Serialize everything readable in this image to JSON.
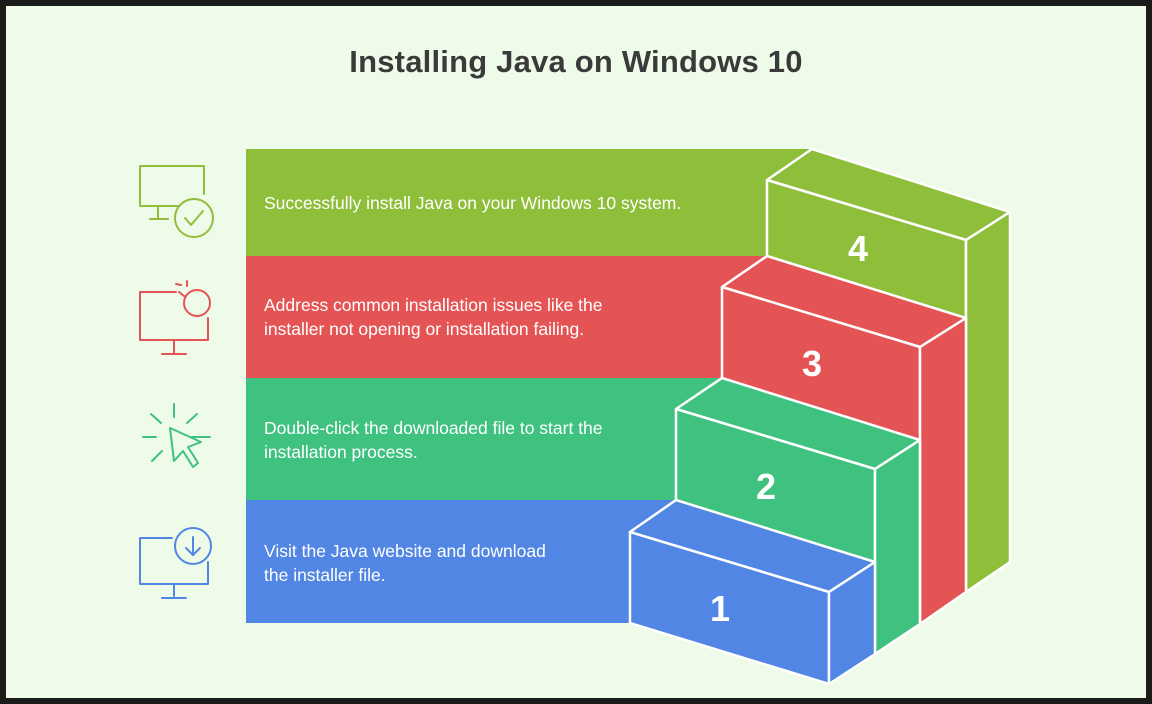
{
  "title": "Installing Java on Windows 10",
  "colors": {
    "step1": "#5186e4",
    "step2": "#3fc27f",
    "step3": "#e55454",
    "step4": "#8fbe3a",
    "background": "#eefbe8",
    "title": "#3a3a3a"
  },
  "steps": [
    {
      "number": "1",
      "line1": "Visit the Java website and download",
      "line2": "the installer file.",
      "icon": "monitor-download-icon"
    },
    {
      "number": "2",
      "line1": "Double-click the downloaded file to start the",
      "line2": "installation process.",
      "icon": "cursor-click-icon"
    },
    {
      "number": "3",
      "line1": "Address common installation issues like the",
      "line2": "installer not opening or installation failing.",
      "icon": "monitor-error-icon"
    },
    {
      "number": "4",
      "line1": "Successfully install Java on your Windows 10 system.",
      "line2": "",
      "icon": "monitor-check-icon"
    }
  ]
}
